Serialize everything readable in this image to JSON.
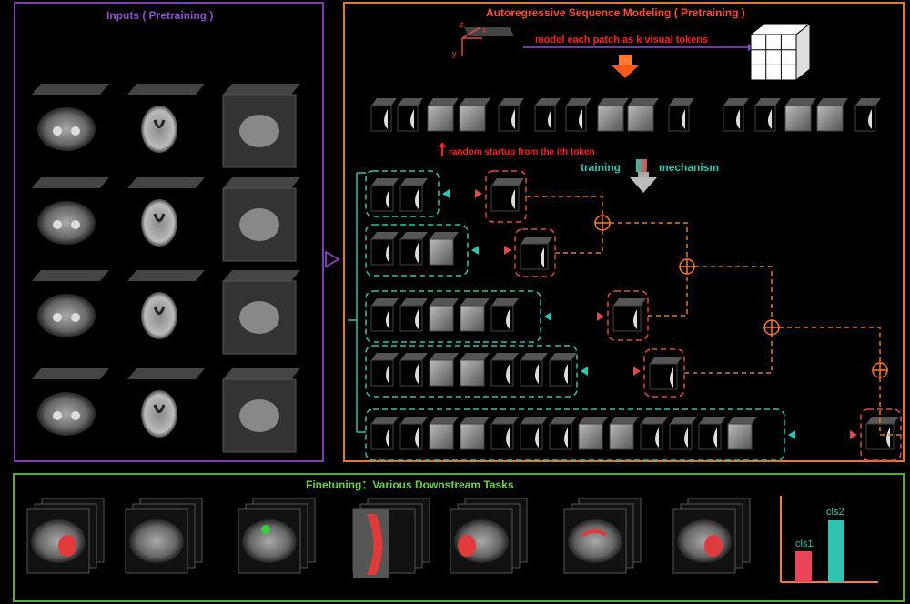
{
  "inputs": {
    "title": "Inputs ( Pretraining )"
  },
  "autoregressive": {
    "title": "Autoregressive Sequence Modeling ( Pretraining )",
    "axes": {
      "z": "z",
      "x": "x",
      "y": "y"
    },
    "patch_label": "model each patch as k visual tokens",
    "startup_label": "random startup from the ith token",
    "training_label": "training",
    "mechanism_label": "mechanism"
  },
  "finetuning": {
    "title": "Finetuning：Various Downstream Tasks",
    "classes": [
      "cls1",
      "cls2"
    ]
  },
  "colors": {
    "purple": "#7a3fb0",
    "orange": "#e07a2f",
    "green": "#5aa83c",
    "teal": "#2fc4b0",
    "red": "#e04a4a",
    "redText": "#ff2020"
  }
}
